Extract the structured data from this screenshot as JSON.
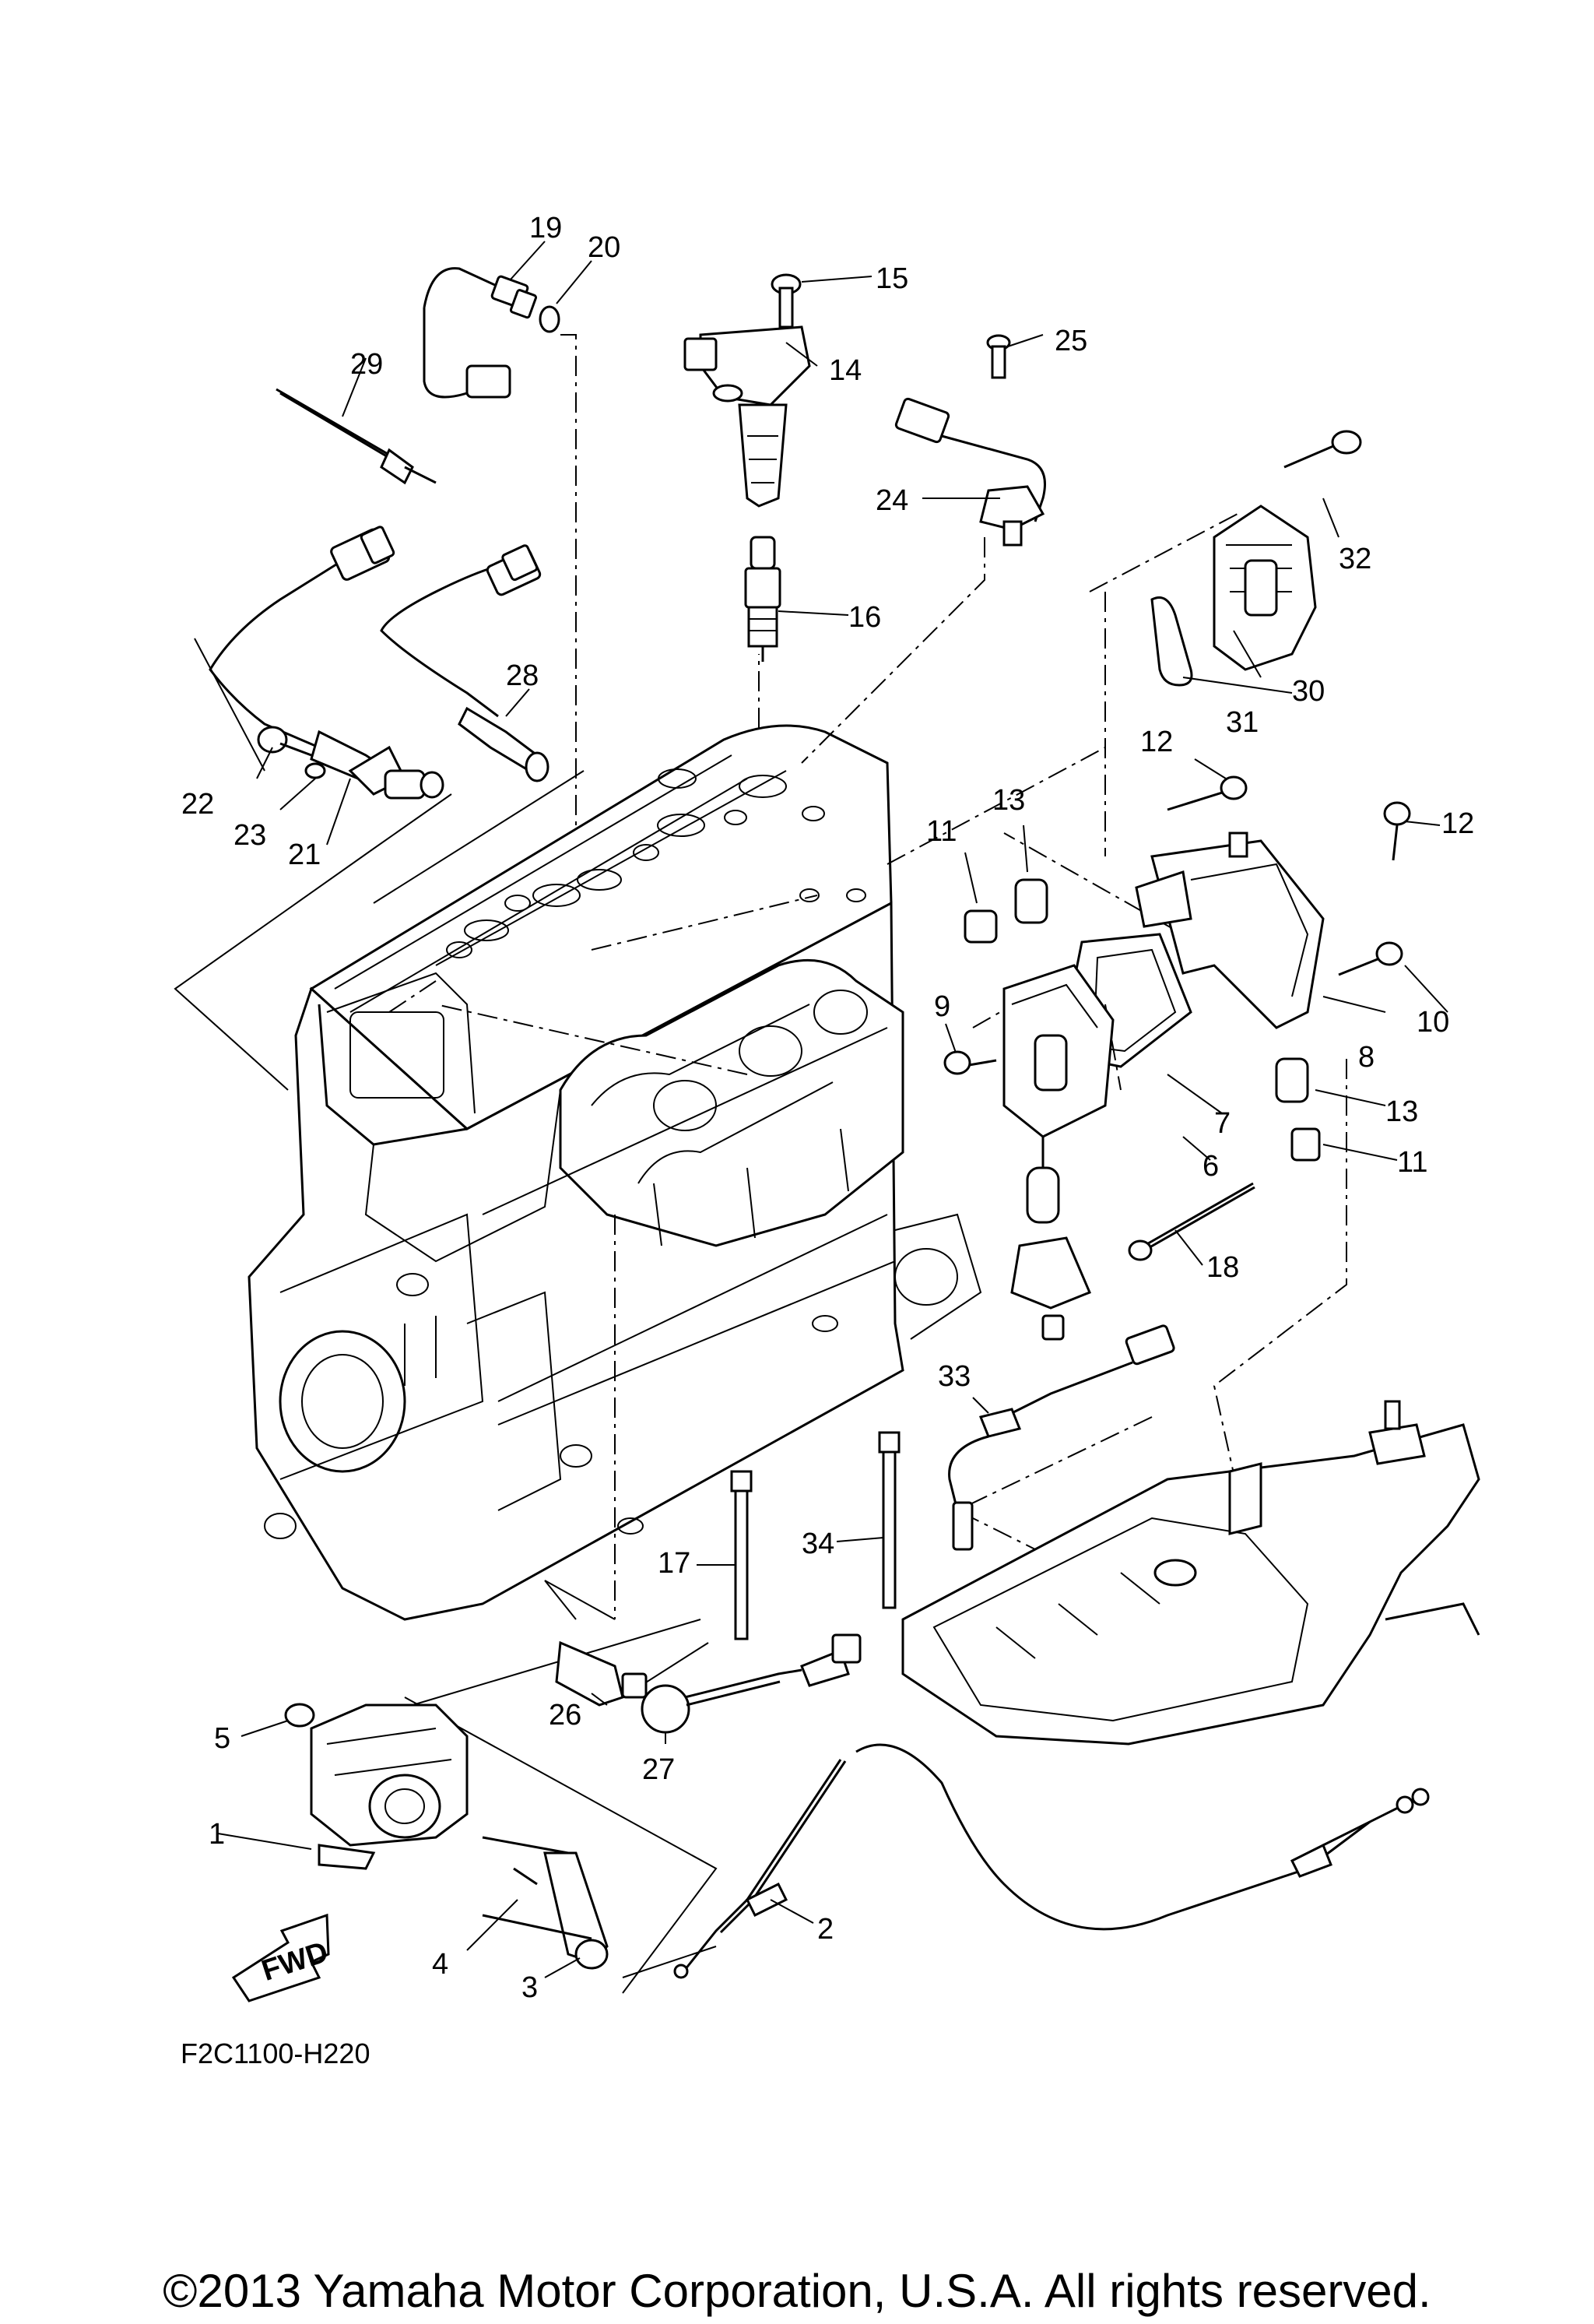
{
  "diagram": {
    "part_code": "F2C1100-H220",
    "fwd_label": "FWD",
    "copyright": "©2013 Yamaha Motor Corporation, U.S.A. All rights reserved."
  },
  "callouts": {
    "c1": "1",
    "c2": "2",
    "c3": "3",
    "c4": "4",
    "c5": "5",
    "c6": "6",
    "c7": "7",
    "c8": "8",
    "c9": "9",
    "c10": "10",
    "c11a": "11",
    "c11b": "11",
    "c12a": "12",
    "c12b": "12",
    "c13a": "13",
    "c13b": "13",
    "c14": "14",
    "c15": "15",
    "c16": "16",
    "c17": "17",
    "c18": "18",
    "c19": "19",
    "c20": "20",
    "c21": "21",
    "c22": "22",
    "c23": "23",
    "c24": "24",
    "c25": "25",
    "c26": "26",
    "c27": "27",
    "c28": "28",
    "c29": "29",
    "c30": "30",
    "c31": "31",
    "c32": "32",
    "c33": "33",
    "c34": "34"
  }
}
